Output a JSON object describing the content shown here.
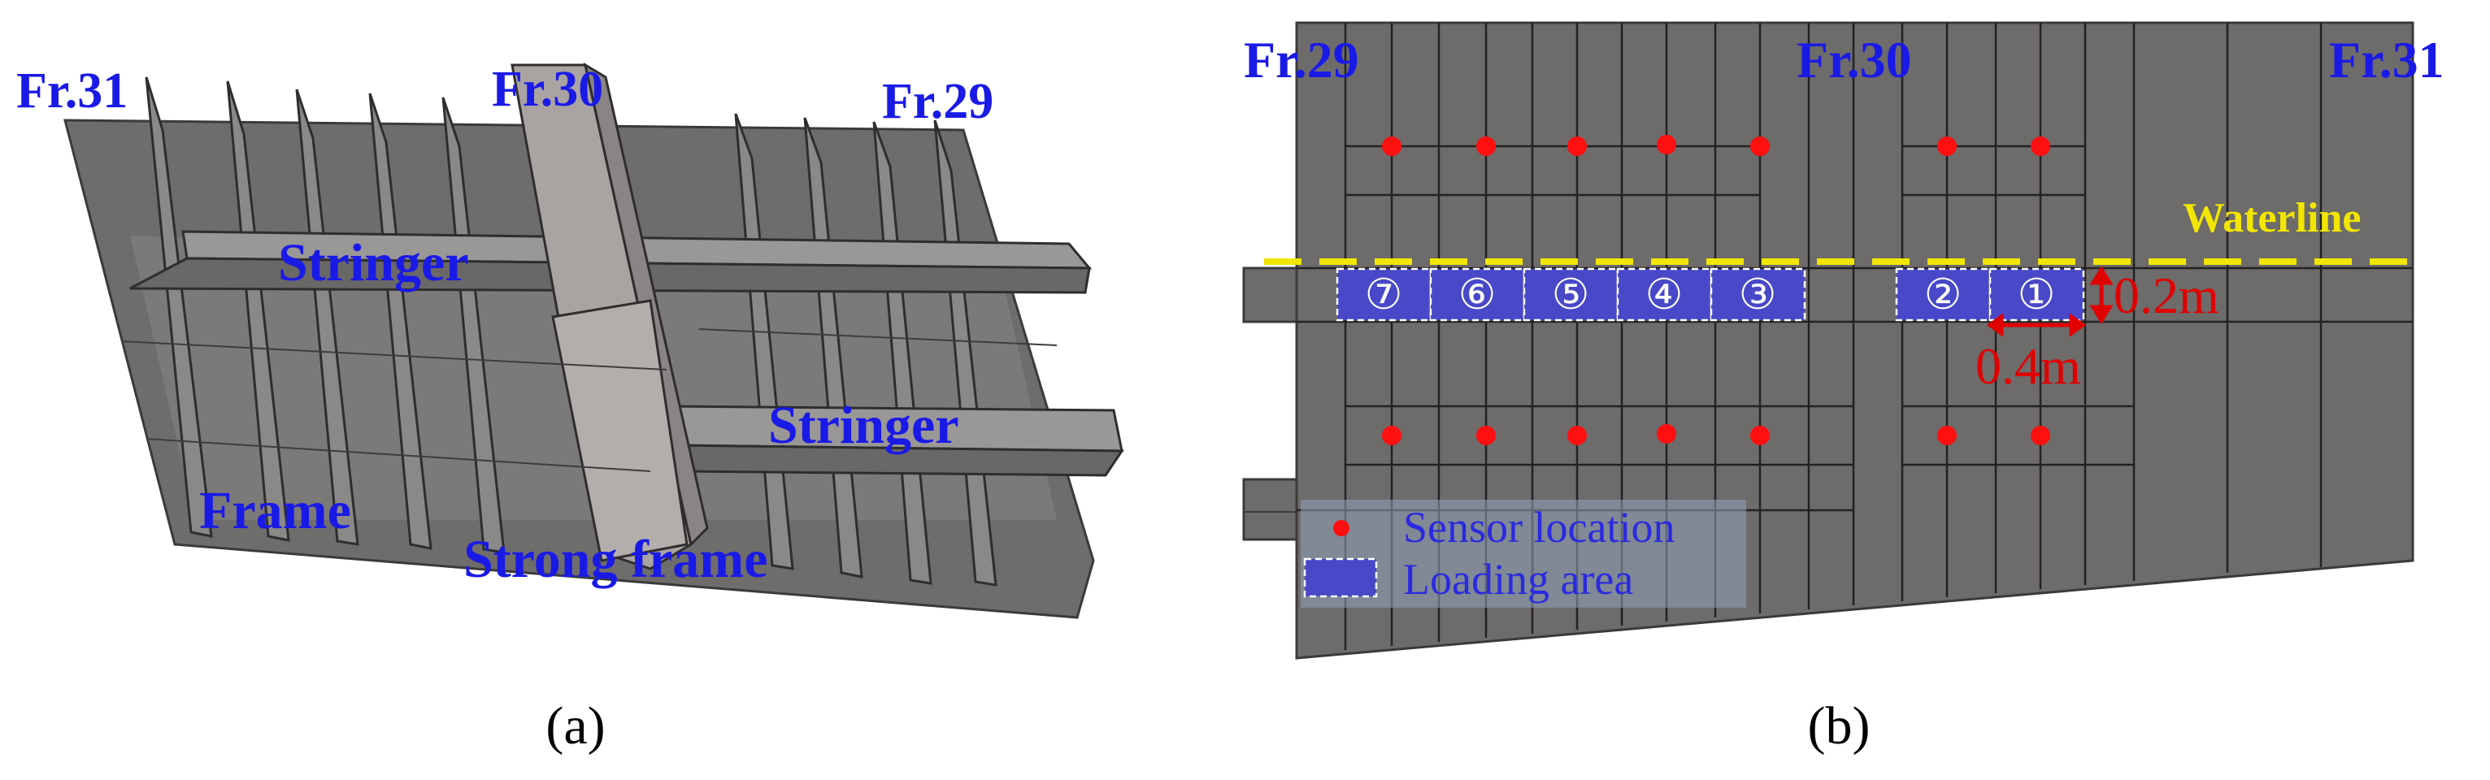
{
  "panel_a": {
    "frame_labels": [
      "Fr.31",
      "Fr.30",
      "Fr.29"
    ],
    "stringer_label": "Stringer",
    "frame_label": "Frame",
    "strong_frame_label": "Strong frame",
    "caption": "(a)"
  },
  "panel_b": {
    "frame_labels": [
      "Fr.29",
      "Fr.30",
      "Fr.31"
    ],
    "waterline_label": "Waterline",
    "loading_areas": [
      "⑦",
      "⑥",
      "⑤",
      "④",
      "③",
      "②",
      "①"
    ],
    "dim_height": "0.2m",
    "dim_width": "0.4m",
    "legend": {
      "sensor": "Sensor location",
      "loading": "Loading area"
    },
    "caption": "(b)"
  },
  "colors": {
    "label_blue": "#1a1ae6",
    "plate_gray": "#6e6b6b",
    "sensor_red": "#ff1010",
    "waterline_yellow": "#f2e600",
    "loading_blue": "#4848c8"
  }
}
